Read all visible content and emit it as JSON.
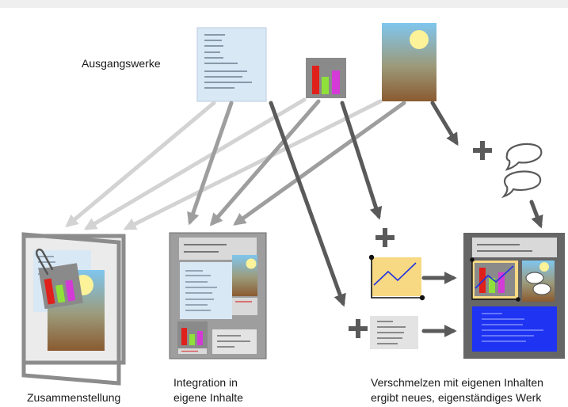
{
  "labels": {
    "source_works": "Ausgangswerke",
    "compilation": "Zusammenstellung",
    "integration_line1": "Integration in",
    "integration_line2": "eigene Inhalte",
    "merge_line1": "Verschmelzen mit eigenen Inhalten",
    "merge_line2": "ergibt neues, eigenständiges Werk"
  },
  "colors": {
    "top_band": "#efefef",
    "text_doc": "#d9e8f5",
    "frame_dark": "#6b6b6b",
    "arrow_light": "#d3d3d3",
    "arrow_mid": "#9e9e9e",
    "arrow_dark": "#5a5a5a",
    "bar_red": "#e0201b",
    "bar_green": "#8fe03a",
    "bar_magenta": "#d43ad6",
    "sky_blue": "#7fc6ee",
    "earth_brown": "#8a5a30",
    "sun_yellow": "#fbf29a",
    "chart_panel": "#f7d983",
    "blue_panel": "#1f33f2"
  },
  "icons": {
    "plus": "plus-icon",
    "speech": "speech-bubble-icon",
    "paperclip": "paperclip-icon"
  }
}
